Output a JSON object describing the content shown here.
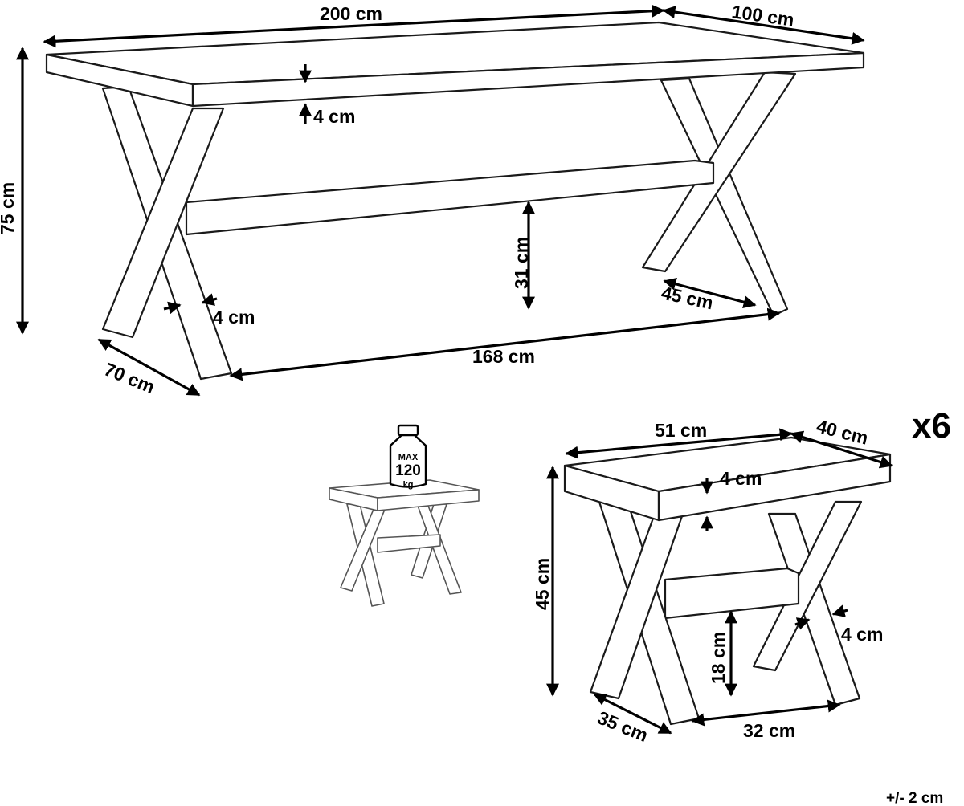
{
  "table": {
    "length": "200 cm",
    "depth": "100 cm",
    "height": "75 cm",
    "top_thickness": "4 cm",
    "leg_thickness": "4 cm",
    "crossbar_height": "31 cm",
    "leg_spacing": "168 cm",
    "leg_foot_width": "45 cm",
    "leg_base_depth": "70 cm"
  },
  "stool": {
    "quantity": "x6",
    "length": "51 cm",
    "depth": "40 cm",
    "height": "45 cm",
    "top_thickness": "4 cm",
    "leg_thickness": "4 cm",
    "crossbar_height": "18 cm",
    "leg_spacing": "32 cm",
    "leg_base_depth": "35 cm"
  },
  "load_tag": {
    "line1": "MAX",
    "line2": "120",
    "line3": "kg"
  },
  "tolerance": "+/- 2 cm"
}
